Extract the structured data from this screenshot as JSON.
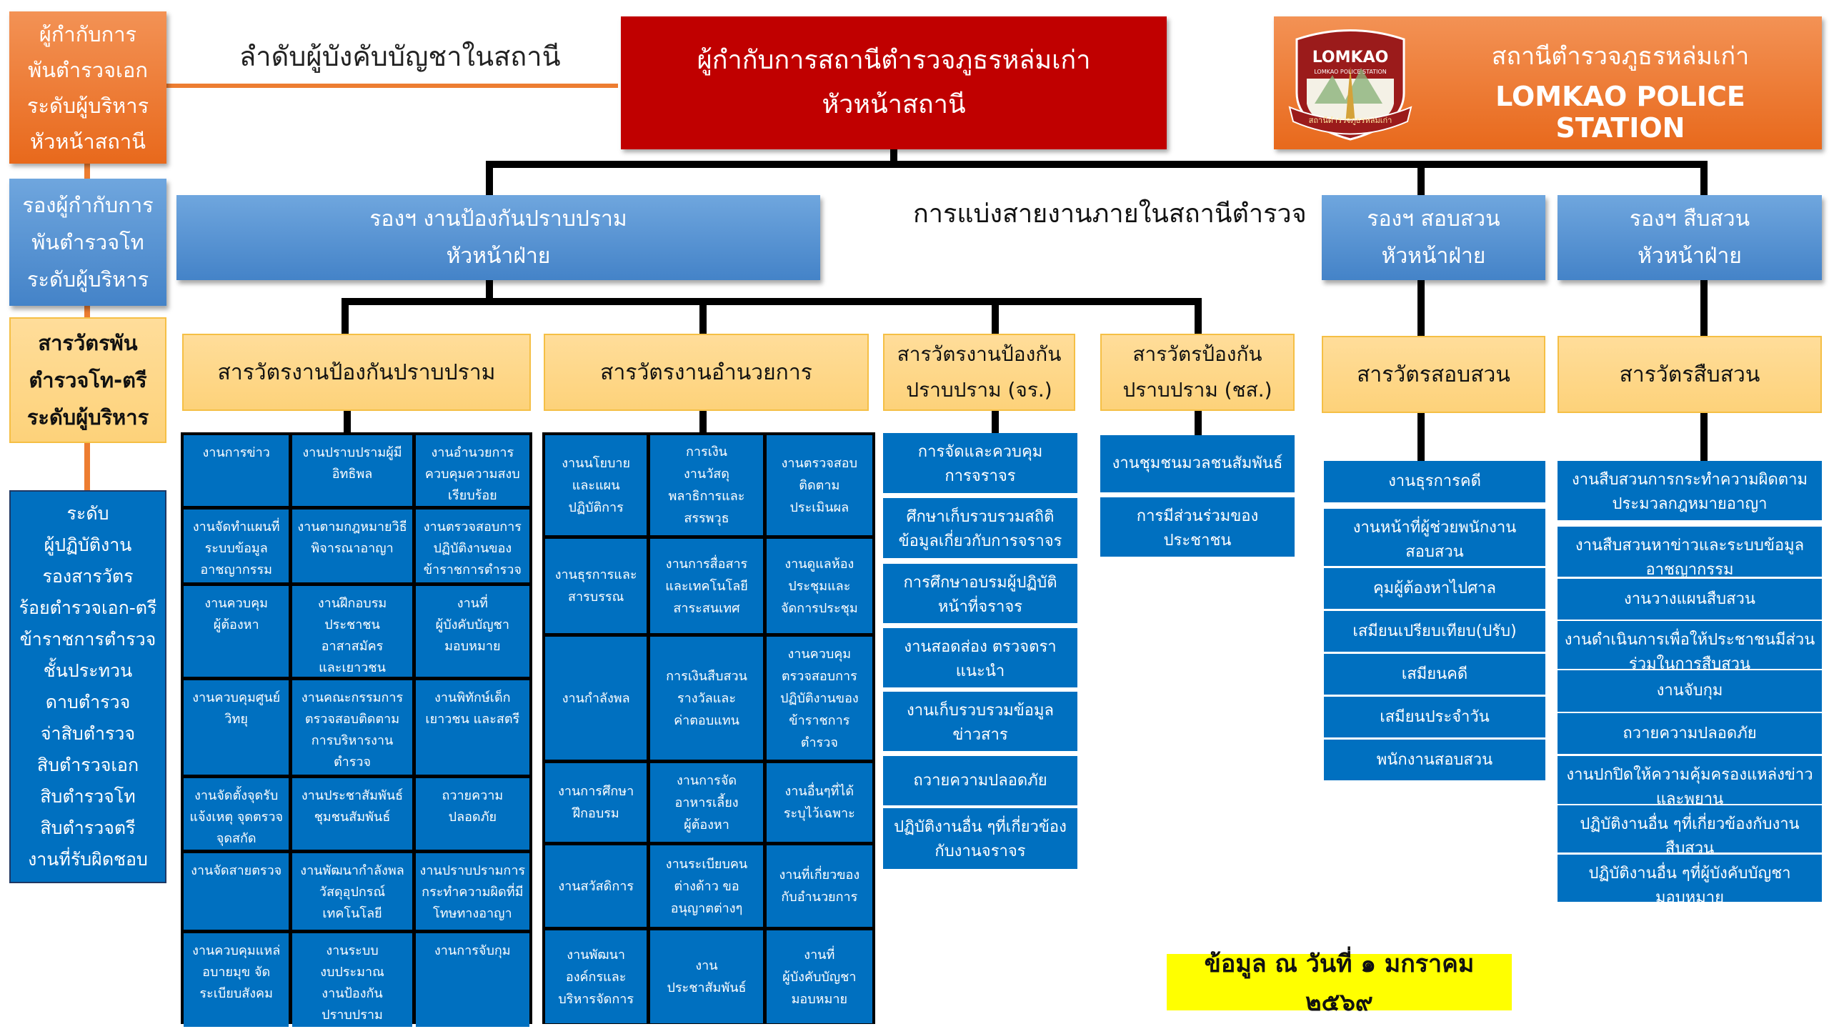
{
  "colors": {
    "blue": "#0070C0",
    "orange": "#ED7D31",
    "red": "#C00000",
    "yellow": "#FFD98A",
    "date_bg": "#FFFF00"
  },
  "legend": {
    "title": "ลำดับผู้บังคับบัญชาในสถานี",
    "levels": [
      "ผู้กำกับการ\nพันตำรวจเอก\nระดับผู้บริหาร\nหัวหน้าสถานี",
      "รองผู้กำกับการ\nพันตำรวจโท\nระดับผู้บริหาร",
      "สารวัตรพัน\nตำรวจโท-ตรี\nระดับผู้บริหาร",
      "ระดับ\nผู้ปฏิบัติงาน\nรองสารวัตร\nร้อยตำรวจเอก-ตรี\nข้าราชการตำรวจ\nชั้นประทวน\nดาบตำรวจ\nจ่าสิบตำรวจ\nสิบตำรวจเอก\nสิบตำรวจโท\nสิบตำรวจตรี\nงานที่รับผิดชอบ"
    ]
  },
  "head": {
    "title": "ผู้กำกับการสถานีตำรวจภูธรหล่มเก่า\nหัวหน้าสถานี"
  },
  "station": {
    "name_th": "สถานีตำรวจภูธรหล่มเก่า",
    "name_en": "LOMKAO POLICE STATION",
    "logo_text": "LOMKAO",
    "logo_sub": "LOMKAO POLICE STATION",
    "logo_ribbon": "สถานีตำรวจภูธรหล่มเก่า"
  },
  "division_title": "การแบ่งสายงานภายในสถานีตำรวจ",
  "deputies": {
    "prevention": "รองฯ งานป้องกันปราบปราม\nหัวหน้าฝ่าย",
    "inquiry": "รองฯ สอบสวน\nหัวหน้าฝ่าย",
    "investigation": "รองฯ สืบสวน\nหัวหน้าฝ่าย"
  },
  "inspectors": {
    "prevention": "สารวัตรงานป้องกันปราบปราม",
    "admin": "สารวัตรงานอำนวยการ",
    "traffic": "สารวัตรงานป้องกัน\nปราบปราม (จร.)",
    "community": "สารวัตรป้องกัน\nปราบปราม (ชส.)",
    "inquiry": "สารวัตรสอบสวน",
    "investigation": "สารวัตรสืบสวน"
  },
  "prevention_tasks": [
    "งานการข่าว",
    "งานปราบปรามผู้มี\nอิทธิพล",
    "งานอำนวยการ\nควบคุมความสงบ\nเรียบร้อย",
    "งานจัดทำแผนที่\nระบบข้อมูล\nอาชญากรรม",
    "งานตามกฎหมายวิธี\nพิจารณาอาญา",
    "งานตรวจสอบการ\nปฏิบัติงานของ\nข้าราชการตำรวจ",
    "งานควบคุม\nผู้ต้องหา",
    "งานฝึกอบรม\nประชาชน\nอาสาสมัคร\nและเยาวชน",
    "งานที่\nผู้บังคับบัญชา\nมอบหมาย",
    "งานควบคุมศูนย์\nวิทยุ",
    "งานคณะกรรมการ\nตรวจสอบติดตาม\nการบริหารงาน\nตำรวจ",
    "งานพิทักษ์เด็ก\nเยาวชน และสตรี",
    "งานจัดตั้งจุดรับ\nแจ้งเหตุ จุดตรวจ\nจุดสกัด",
    "งานประชาสัมพันธ์\nชุมชนสัมพันธ์",
    "ถวายความ\nปลอดภัย",
    "งานจัดสายตรวจ",
    "งานพัฒนากำลังพล\nวัสดุอุปกรณ์\nเทคโนโลยี",
    "งานปราบปรามการ\nกระทำความผิดที่มี\nโทษทางอาญา",
    "งานควบคุมแหล่\nอบายมุข จัด\nระเบียบสังคม",
    "งานระบบ\nงบประมาณ\nงานป้องกัน\nปราบปราม",
    "งานการจับกุม"
  ],
  "admin_tasks": [
    "งานนโยบาย\nและแผน\nปฏิบัติการ",
    "การเงิน\nงานวัสดุ\nพลาธิการและ\nสรรพวุธ",
    "งานตรวจสอบ\nติดตาม\nประเมินผล",
    "งานธุรการและ\nสารบรรณ",
    "งานการสื่อสาร\nและเทคโนโลยี\nสาระสนเทศ",
    "งานดูแลห้อง\nประชุมและ\nจัดการประชุม",
    "งานกำลังพล",
    "การเงินสืบสวน\nรางวัลและ\nค่าตอบแทน",
    "งานควบคุม\nตรวจสอบการ\nปฏิบัติงานของ\nข้าราชการ\nตำรวจ",
    "งานการศึกษา\nฝึกอบรม",
    "งานการจัด\nอาหารเลี้ยง\nผู้ต้องหา",
    "งานอื่นๆที่ได้\nระบุไว้เฉพาะ",
    "งานสวัสดิการ",
    "งานระเบียบคน\nต่างด้าว ขอ\nอนุญาตต่างๆ",
    "งานที่เกี่ยวของ\nกับอำนวยการ",
    "งานพัฒนา\nองค์กรและ\nบริหารจัดการ",
    "งาน\nประชาสัมพันธ์",
    "งานที่\nผู้บังคับบัญชา\nมอบหมาย"
  ],
  "traffic_tasks": [
    "การจัดและควบคุม\nการจราจร",
    "ศึกษาเก็บรวบรวมสถิติ\nข้อมูลเกี่ยวกับการจราจร",
    "การศึกษาอบรมผู้ปฏิบัติ\nหน้าที่จราจร",
    "งานสอดส่อง ตรวจตรา\nแนะนำ",
    "งานเก็บรวบรวมข้อมูล\nข่าวสาร",
    "ถวายความปลอดภัย",
    "ปฏิบัติงานอื่น ๆที่เกี่ยวข้อง\nกับงานจราจร"
  ],
  "community_tasks": [
    "งานชุมชนมวลชนสัมพันธ์",
    "การมีส่วนร่วมของ\nประชาชน"
  ],
  "inquiry_tasks": [
    "งานธุรการคดี",
    "งานหน้าที่ผู้ช่วยพนักงาน\nสอบสวน",
    "คุมผู้ต้องหาไปศาล",
    "เสมียนเปรียบเทียบ(ปรับ)",
    "เสมียนคดี",
    "เสมียนประจำวัน",
    "พนักงานสอบสวน"
  ],
  "investigation_tasks": [
    "งานสืบสวนการกระทำความผิดตาม\nประมวลกฎหมายอาญา",
    "งานสืบสวนหาข่าวและระบบข้อมูล\nอาชญากรรม",
    "งานวางแผนสืบสวน",
    "งานดำเนินการเพื่อให้ประชาชนมีส่วน\nร่วมในการสืบสวน",
    "งานจับกุม",
    "ถวายความปลอดภัย",
    "งานปกปิดให้ความคุ้มครองแหล่งข่าว\nและพยาน",
    "ปฏิบัติงานอื่น ๆที่เกี่ยวข้องกับงาน\nสืบสวน",
    "ปฏิบัติงานอื่น ๆที่ผู้บังคับบัญชา\nมอบหมาย"
  ],
  "date_note": "ข้อมูล ณ วันที่ ๑ มกราคม ๒๕๖๙"
}
